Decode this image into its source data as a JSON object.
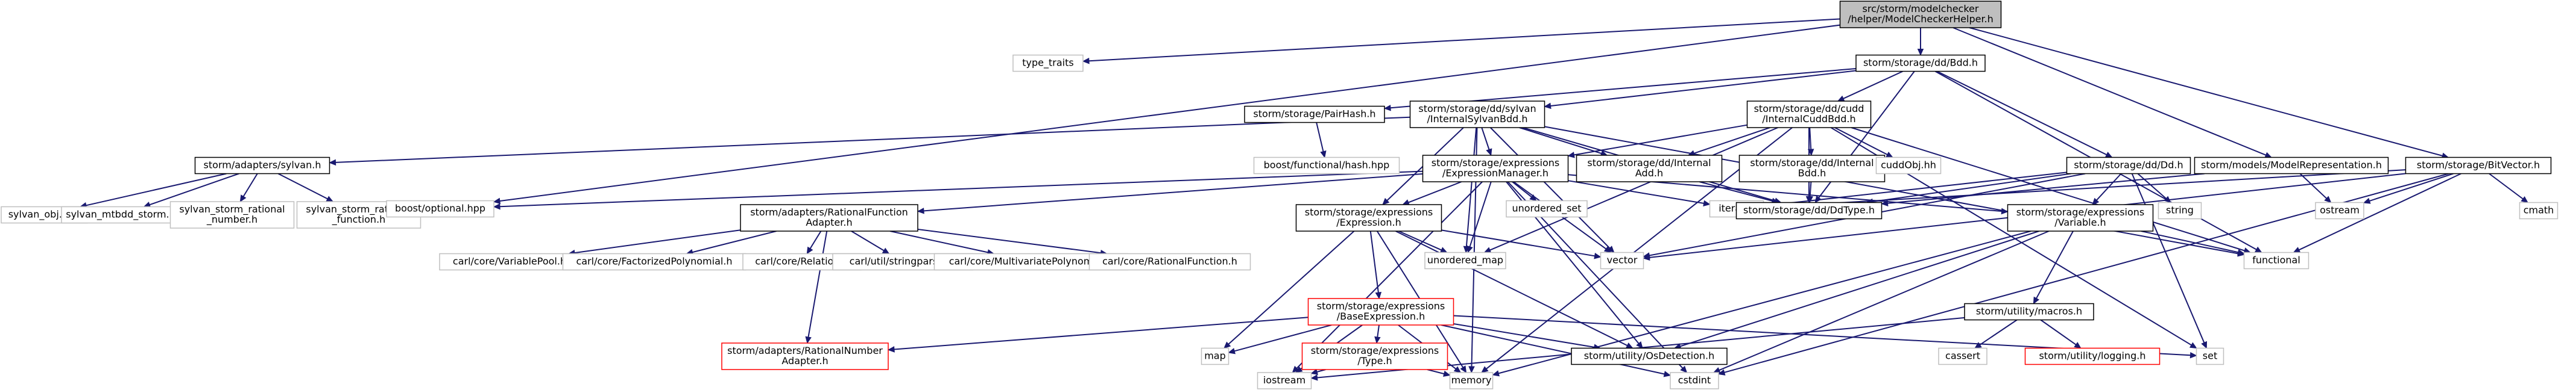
{
  "colors": {
    "edge": "#191970",
    "node_border_normal": "#000000",
    "node_border_missing": "#bfbfbf",
    "node_border_error": "#ff0000",
    "root_fill": "#bfbfbf",
    "node_fill": "#ffffff"
  },
  "nodes": [
    {
      "id": "root",
      "kind": "root",
      "lines": [
        "src/storm/modelchecker",
        "/helper/ModelCheckerHelper.h"
      ]
    },
    {
      "id": "type_traits",
      "kind": "missing",
      "lines": [
        "type_traits"
      ]
    },
    {
      "id": "bdd",
      "kind": "normal",
      "lines": [
        "storm/storage/dd/Bdd.h"
      ]
    },
    {
      "id": "pairhash",
      "kind": "normal",
      "lines": [
        "storm/storage/PairHash.h"
      ]
    },
    {
      "id": "sylvanbdd",
      "kind": "normal",
      "lines": [
        "storm/storage/dd/sylvan",
        "/InternalSylvanBdd.h"
      ]
    },
    {
      "id": "cuddbdd",
      "kind": "normal",
      "lines": [
        "storm/storage/dd/cudd",
        "/InternalCuddBdd.h"
      ]
    },
    {
      "id": "adapters_sylvan",
      "kind": "normal",
      "lines": [
        "storm/adapters/sylvan.h"
      ]
    },
    {
      "id": "boost_hash",
      "kind": "missing",
      "lines": [
        "boost/functional/hash.hpp"
      ]
    },
    {
      "id": "exprmgr",
      "kind": "normal",
      "lines": [
        "storm/storage/expressions",
        "/ExpressionManager.h"
      ]
    },
    {
      "id": "internal_add",
      "kind": "normal",
      "lines": [
        "storm/storage/dd/Internal",
        "Add.h"
      ]
    },
    {
      "id": "internal_bdd",
      "kind": "normal",
      "lines": [
        "storm/storage/dd/Internal",
        "Bdd.h"
      ]
    },
    {
      "id": "cuddobj",
      "kind": "missing",
      "lines": [
        "cuddObj.hh"
      ]
    },
    {
      "id": "dd",
      "kind": "normal",
      "lines": [
        "storm/storage/dd/Dd.h"
      ]
    },
    {
      "id": "modelrep",
      "kind": "normal",
      "lines": [
        "storm/models/ModelRepresentation.h"
      ]
    },
    {
      "id": "bitvector",
      "kind": "normal",
      "lines": [
        "storm/storage/BitVector.h"
      ]
    },
    {
      "id": "sylvan_obj",
      "kind": "missing",
      "lines": [
        "sylvan_obj.hpp"
      ]
    },
    {
      "id": "sylvan_mtbdd",
      "kind": "missing",
      "lines": [
        "sylvan_mtbdd_storm.h"
      ]
    },
    {
      "id": "sylvan_rational_number",
      "kind": "missing",
      "lines": [
        "sylvan_storm_rational",
        "_number.h"
      ]
    },
    {
      "id": "sylvan_rational_function",
      "kind": "missing",
      "lines": [
        "sylvan_storm_rational",
        "_function.h"
      ]
    },
    {
      "id": "boost_optional",
      "kind": "missing",
      "lines": [
        "boost/optional.hpp"
      ]
    },
    {
      "id": "ratfunc_adapter",
      "kind": "normal",
      "lines": [
        "storm/adapters/RationalFunction",
        "Adapter.h"
      ]
    },
    {
      "id": "expression",
      "kind": "normal",
      "lines": [
        "storm/storage/expressions",
        "/Expression.h"
      ]
    },
    {
      "id": "unordered_set",
      "kind": "missing",
      "lines": [
        "unordered_set"
      ]
    },
    {
      "id": "iterator",
      "kind": "missing",
      "lines": [
        "iterator"
      ]
    },
    {
      "id": "ddtype",
      "kind": "normal",
      "lines": [
        "storm/storage/dd/DdType.h"
      ]
    },
    {
      "id": "string",
      "kind": "missing",
      "lines": [
        "string"
      ]
    },
    {
      "id": "ostream",
      "kind": "missing",
      "lines": [
        "ostream"
      ]
    },
    {
      "id": "cmath",
      "kind": "missing",
      "lines": [
        "cmath"
      ]
    },
    {
      "id": "variable",
      "kind": "normal",
      "lines": [
        "storm/storage/expressions",
        "/Variable.h"
      ]
    },
    {
      "id": "unordered_map",
      "kind": "missing",
      "lines": [
        "unordered_map"
      ]
    },
    {
      "id": "vector",
      "kind": "missing",
      "lines": [
        "vector"
      ]
    },
    {
      "id": "functional",
      "kind": "missing",
      "lines": [
        "functional"
      ]
    },
    {
      "id": "carl_varpool",
      "kind": "missing",
      "lines": [
        "carl/core/VariablePool.h"
      ]
    },
    {
      "id": "carl_factpoly",
      "kind": "missing",
      "lines": [
        "carl/core/FactorizedPolynomial.h"
      ]
    },
    {
      "id": "carl_relation",
      "kind": "missing",
      "lines": [
        "carl/core/Relation.h"
      ]
    },
    {
      "id": "carl_stringparser",
      "kind": "missing",
      "lines": [
        "carl/util/stringparser.h"
      ]
    },
    {
      "id": "carl_multipoly",
      "kind": "missing",
      "lines": [
        "carl/core/MultivariatePolynomial.h"
      ]
    },
    {
      "id": "carl_ratfunc",
      "kind": "missing",
      "lines": [
        "carl/core/RationalFunction.h"
      ]
    },
    {
      "id": "base_expression",
      "kind": "error",
      "lines": [
        "storm/storage/expressions",
        "/BaseExpression.h"
      ]
    },
    {
      "id": "macros",
      "kind": "normal",
      "lines": [
        "storm/utility/macros.h"
      ]
    },
    {
      "id": "ratnum_adapter",
      "kind": "error",
      "lines": [
        "storm/adapters/RationalNumber",
        "Adapter.h"
      ]
    },
    {
      "id": "map",
      "kind": "missing",
      "lines": [
        "map"
      ]
    },
    {
      "id": "type_h",
      "kind": "error",
      "lines": [
        "storm/storage/expressions",
        "/Type.h"
      ]
    },
    {
      "id": "osdetection",
      "kind": "normal",
      "lines": [
        "storm/utility/OsDetection.h"
      ]
    },
    {
      "id": "cassert",
      "kind": "missing",
      "lines": [
        "cassert"
      ]
    },
    {
      "id": "logging",
      "kind": "error",
      "lines": [
        "storm/utility/logging.h"
      ]
    },
    {
      "id": "set",
      "kind": "missing",
      "lines": [
        "set"
      ]
    },
    {
      "id": "iostream",
      "kind": "missing",
      "lines": [
        "iostream"
      ]
    },
    {
      "id": "memory",
      "kind": "missing",
      "lines": [
        "memory"
      ]
    },
    {
      "id": "cstdint",
      "kind": "missing",
      "lines": [
        "cstdint"
      ]
    }
  ],
  "edges": [
    [
      "root",
      "type_traits"
    ],
    [
      "root",
      "bdd"
    ],
    [
      "root",
      "boost_optional"
    ],
    [
      "root",
      "modelrep"
    ],
    [
      "root",
      "bitvector"
    ],
    [
      "bdd",
      "pairhash"
    ],
    [
      "bdd",
      "sylvanbdd"
    ],
    [
      "bdd",
      "cuddbdd"
    ],
    [
      "bdd",
      "dd"
    ],
    [
      "bdd",
      "ddtype"
    ],
    [
      "bdd",
      "functional"
    ],
    [
      "pairhash",
      "boost_hash"
    ],
    [
      "sylvanbdd",
      "adapters_sylvan"
    ],
    [
      "sylvanbdd",
      "exprmgr"
    ],
    [
      "sylvanbdd",
      "internal_add"
    ],
    [
      "sylvanbdd",
      "ddtype"
    ],
    [
      "sylvanbdd",
      "expression"
    ],
    [
      "sylvanbdd",
      "unordered_map"
    ],
    [
      "sylvanbdd",
      "vector"
    ],
    [
      "sylvanbdd",
      "functional"
    ],
    [
      "sylvanbdd",
      "memory"
    ],
    [
      "cuddbdd",
      "cuddobj"
    ],
    [
      "cuddbdd",
      "internal_add"
    ],
    [
      "cuddbdd",
      "internal_bdd"
    ],
    [
      "cuddbdd",
      "ddtype"
    ],
    [
      "cuddbdd",
      "exprmgr"
    ],
    [
      "cuddbdd",
      "unordered_map"
    ],
    [
      "cuddbdd",
      "memory"
    ],
    [
      "cuddbdd",
      "set"
    ],
    [
      "cuddbdd",
      "functional"
    ],
    [
      "adapters_sylvan",
      "sylvan_obj"
    ],
    [
      "adapters_sylvan",
      "sylvan_mtbdd"
    ],
    [
      "adapters_sylvan",
      "sylvan_rational_number"
    ],
    [
      "adapters_sylvan",
      "sylvan_rational_function"
    ],
    [
      "exprmgr",
      "boost_optional"
    ],
    [
      "exprmgr",
      "ratfunc_adapter"
    ],
    [
      "exprmgr",
      "expression"
    ],
    [
      "exprmgr",
      "unordered_set"
    ],
    [
      "exprmgr",
      "iterator"
    ],
    [
      "exprmgr",
      "variable"
    ],
    [
      "exprmgr",
      "unordered_map"
    ],
    [
      "exprmgr",
      "vector"
    ],
    [
      "exprmgr",
      "osdetection"
    ],
    [
      "exprmgr",
      "cstdint"
    ],
    [
      "exprmgr",
      "iostream"
    ],
    [
      "internal_add",
      "ddtype"
    ],
    [
      "internal_bdd",
      "ddtype"
    ],
    [
      "dd",
      "ddtype"
    ],
    [
      "dd",
      "iterator"
    ],
    [
      "dd",
      "variable"
    ],
    [
      "dd",
      "string"
    ],
    [
      "dd",
      "set"
    ],
    [
      "dd",
      "vector"
    ],
    [
      "modelrep",
      "ddtype"
    ],
    [
      "modelrep",
      "ostream"
    ],
    [
      "bitvector",
      "iterator"
    ],
    [
      "bitvector",
      "ostream"
    ],
    [
      "bitvector",
      "cmath"
    ],
    [
      "bitvector",
      "functional"
    ],
    [
      "bitvector",
      "vector"
    ],
    [
      "bitvector",
      "cstdint"
    ],
    [
      "ratfunc_adapter",
      "carl_varpool"
    ],
    [
      "ratfunc_adapter",
      "carl_factpoly"
    ],
    [
      "ratfunc_adapter",
      "carl_relation"
    ],
    [
      "ratfunc_adapter",
      "carl_stringparser"
    ],
    [
      "ratfunc_adapter",
      "carl_multipoly"
    ],
    [
      "ratfunc_adapter",
      "carl_ratfunc"
    ],
    [
      "ratfunc_adapter",
      "ratnum_adapter"
    ],
    [
      "expression",
      "base_expression"
    ],
    [
      "expression",
      "map"
    ],
    [
      "expression",
      "unordered_map"
    ],
    [
      "expression",
      "vector"
    ],
    [
      "expression",
      "memory"
    ],
    [
      "expression",
      "osdetection"
    ],
    [
      "variable",
      "cstdint"
    ],
    [
      "variable",
      "memory"
    ],
    [
      "variable",
      "functional"
    ],
    [
      "variable",
      "osdetection"
    ],
    [
      "variable",
      "macros"
    ],
    [
      "base_expression",
      "ratnum_adapter"
    ],
    [
      "base_expression",
      "map"
    ],
    [
      "base_expression",
      "type_h"
    ],
    [
      "base_expression",
      "osdetection"
    ],
    [
      "base_expression",
      "set"
    ],
    [
      "base_expression",
      "iostream"
    ],
    [
      "base_expression",
      "memory"
    ],
    [
      "base_expression",
      "cstdint"
    ],
    [
      "type_h",
      "iostream"
    ],
    [
      "type_h",
      "memory"
    ],
    [
      "macros",
      "cassert"
    ],
    [
      "macros",
      "logging"
    ],
    [
      "macros",
      "iostream"
    ]
  ]
}
